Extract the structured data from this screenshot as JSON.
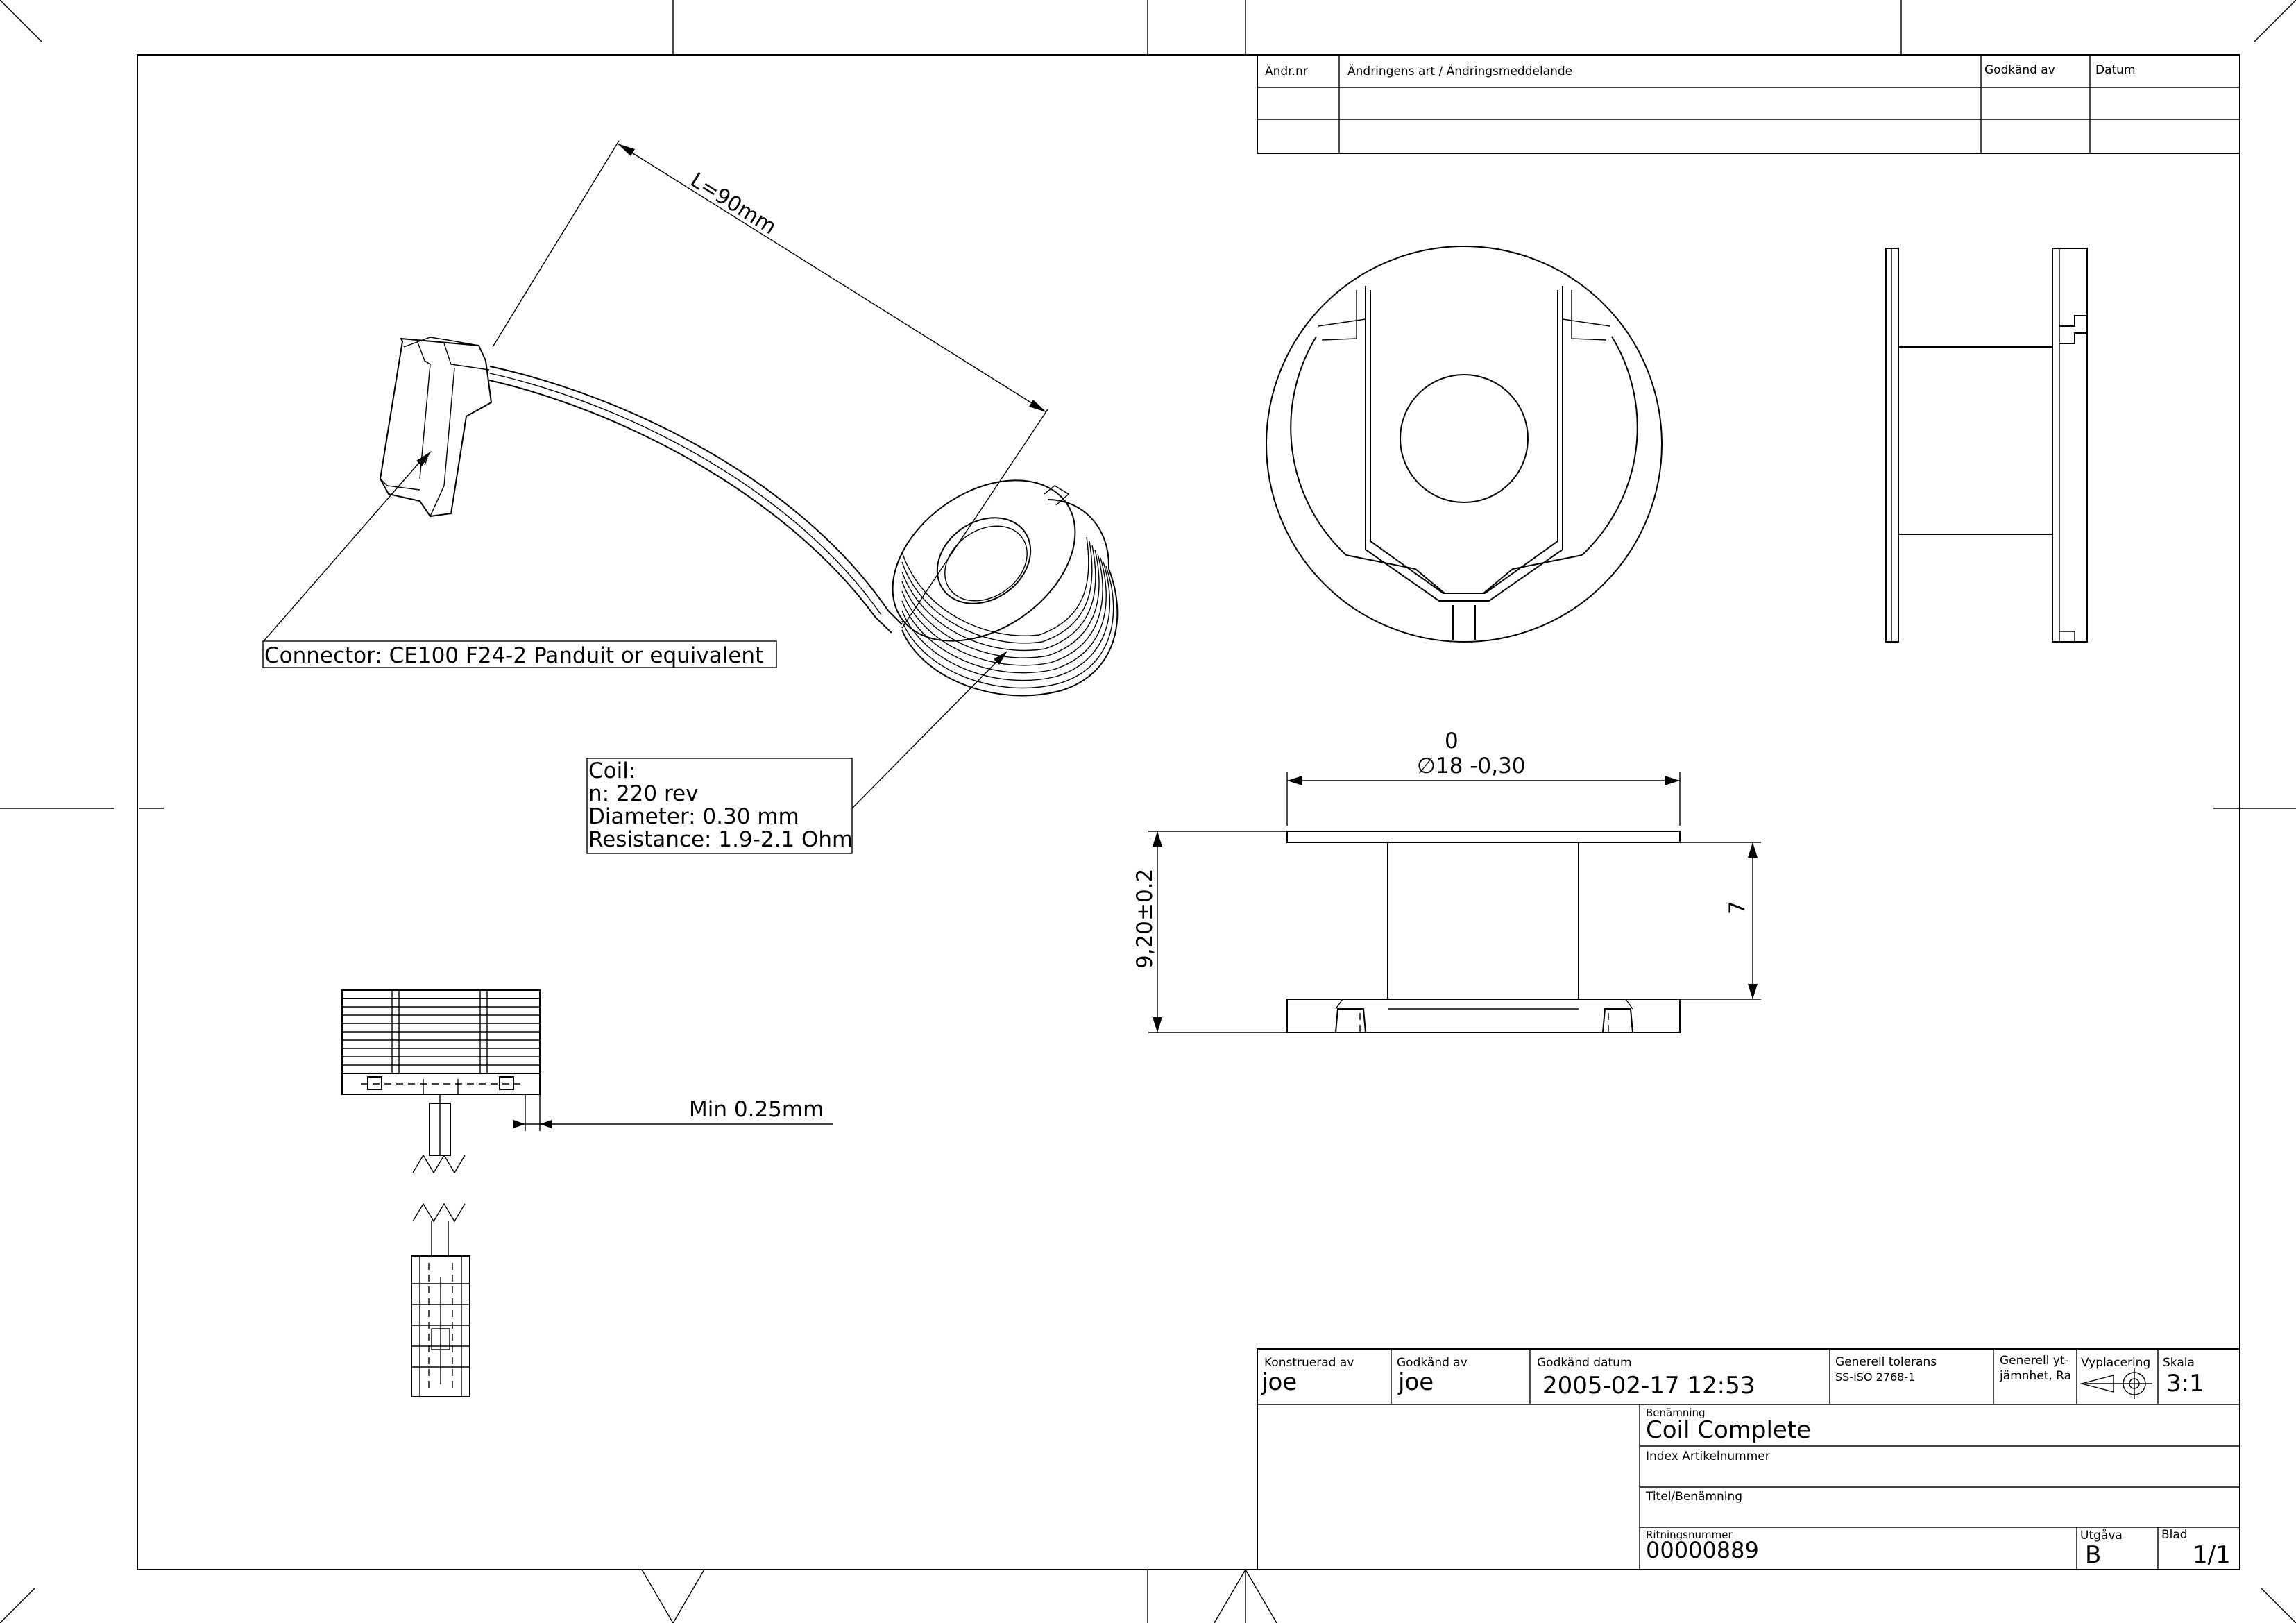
{
  "revision_table": {
    "col_change_no": "Ändr.nr",
    "col_change_description": "Ändringens art / Ändringsmeddelande",
    "col_approved_by": "Godkänd av",
    "col_date": "Datum"
  },
  "annotations": {
    "cable_length": "L=90mm",
    "connector_note": "Connector: CE100 F24-2 Panduit or equivalent",
    "coil_heading": "Coil:",
    "coil_turns": "n: 220 rev",
    "coil_diameter": "Diameter: 0.30 mm",
    "coil_resistance": "Resistance: 1.9-2.1 Ohm",
    "min_gap": "Min 0.25mm"
  },
  "dimensions": {
    "flange_diameter_upper_tol": "0",
    "flange_diameter": "∅18 -0,30",
    "total_height": "9,20±0.2",
    "core_height": "7"
  },
  "title_block": {
    "designed_by_label": "Konstruerad av",
    "designed_by": "joe",
    "approved_by_label": "Godkänd av",
    "approved_by": "joe",
    "approved_date_label": "Godkänd datum",
    "approved_date": "2005-02-17 12:53",
    "general_tolerance_label": "Generell tolerans",
    "general_tolerance_std": "SS-ISO 2768-1",
    "surface_label_1": "Generell yt-",
    "surface_label_2": "jämnhet, Ra",
    "projection_label": "Vyplacering",
    "scale_label": "Skala",
    "scale": "3:1",
    "name_label": "Benämning",
    "name": "Coil Complete",
    "index_label": "Index Artikelnummer",
    "title_label": "Titel/Benämning",
    "drawing_no_label": "Ritningsnummer",
    "drawing_no": "00000889",
    "edition_label": "Utgåva",
    "edition": "B",
    "sheet_label": "Blad",
    "sheet": "1/1"
  }
}
